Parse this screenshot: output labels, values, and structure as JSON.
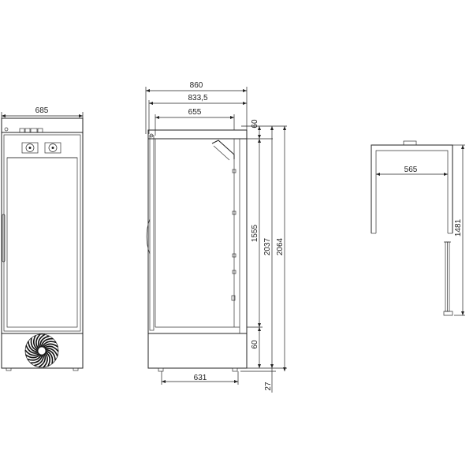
{
  "front_view": {
    "width_label": "685"
  },
  "side_view": {
    "overall_depth_label": "860",
    "body_depth_label": "833,5",
    "inner_depth_label": "655",
    "top_offset_label": "60",
    "bottom_offset_label": "60",
    "inner_height_label": "1555",
    "body_height_label": "2037",
    "overall_height_label": "2064",
    "feet_height_label": "27",
    "base_depth_label": "631"
  },
  "door_view": {
    "inner_width_label": "565",
    "door_height_label": "1481"
  }
}
